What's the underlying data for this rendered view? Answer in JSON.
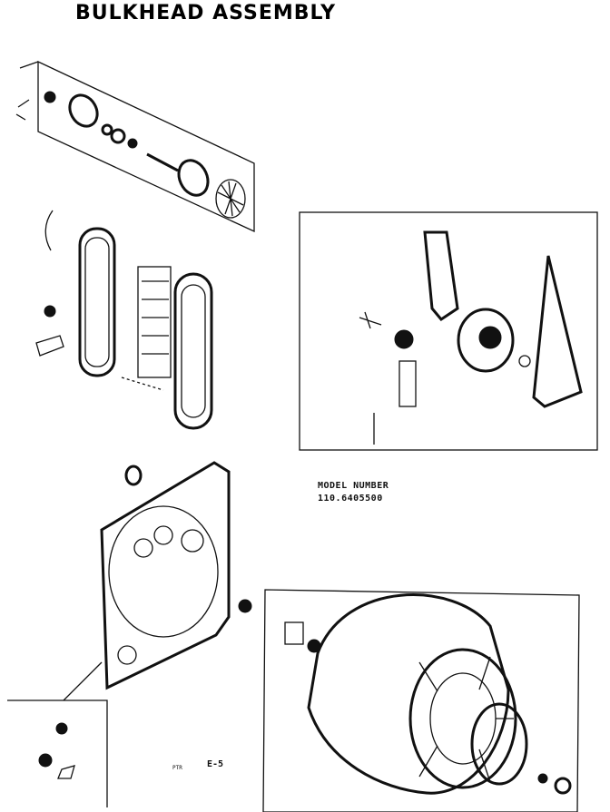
{
  "title": "BULKHEAD ASSEMBLY",
  "model_label": "MODEL NUMBER",
  "model_number": "110.6405500",
  "page_code": "E-5",
  "page_mark": "PTR"
}
